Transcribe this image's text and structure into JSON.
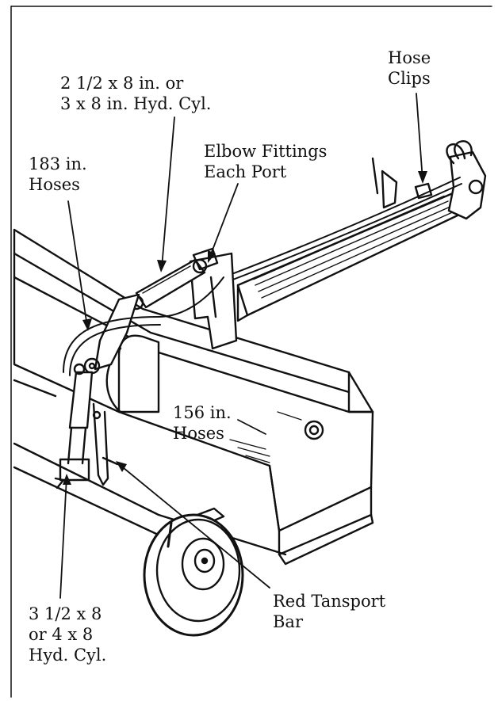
{
  "labels": {
    "hose_clips": [
      "Hose",
      "Clips"
    ],
    "cyl_small": [
      "2 1/2 x 8 in. or",
      "3 x 8 in. Hyd. Cyl."
    ],
    "elbow": [
      "Elbow Fittings",
      "Each Port"
    ],
    "hoses_183": [
      "183 in.",
      "Hoses"
    ],
    "hoses_156": [
      "156 in.",
      "Hoses"
    ],
    "transport": [
      "Red Tansport",
      "Bar"
    ],
    "cyl_large": [
      "3 1/2 x 8",
      "or 4 x 8",
      "Hyd. Cyl."
    ]
  },
  "colors": {
    "ink": "#111111",
    "paper": "#ffffff"
  }
}
